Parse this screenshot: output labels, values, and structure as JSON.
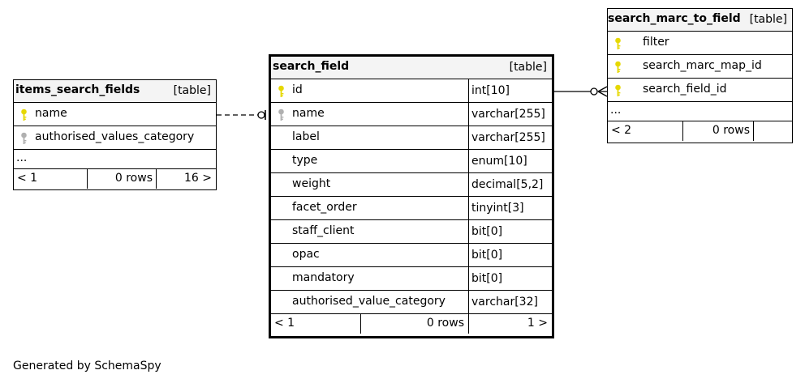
{
  "tables": {
    "items_search_fields": {
      "name": "items_search_fields",
      "tag": "[table]",
      "columns": [
        {
          "name": "name",
          "key": "primary"
        },
        {
          "name": "authorised_values_category",
          "key": "foreign"
        }
      ],
      "ellipsis": "...",
      "footer": {
        "prev": "< 1",
        "rows": "0 rows",
        "next": "16 >"
      }
    },
    "search_field": {
      "name": "search_field",
      "tag": "[table]",
      "columns": [
        {
          "name": "id",
          "type": "int[10]",
          "key": "primary"
        },
        {
          "name": "name",
          "type": "varchar[255]",
          "key": "foreign"
        },
        {
          "name": "label",
          "type": "varchar[255]",
          "key": "none"
        },
        {
          "name": "type",
          "type": "enum[10]",
          "key": "none"
        },
        {
          "name": "weight",
          "type": "decimal[5,2]",
          "key": "none"
        },
        {
          "name": "facet_order",
          "type": "tinyint[3]",
          "key": "none"
        },
        {
          "name": "staff_client",
          "type": "bit[0]",
          "key": "none"
        },
        {
          "name": "opac",
          "type": "bit[0]",
          "key": "none"
        },
        {
          "name": "mandatory",
          "type": "bit[0]",
          "key": "none"
        },
        {
          "name": "authorised_value_category",
          "type": "varchar[32]",
          "key": "none"
        }
      ],
      "footer": {
        "prev": "< 1",
        "rows": "0 rows",
        "next": "1 >"
      }
    },
    "search_marc_to_field": {
      "name": "search_marc_to_field",
      "tag": "[table]",
      "columns": [
        {
          "name": "filter",
          "key": "primary"
        },
        {
          "name": "search_marc_map_id",
          "key": "primary"
        },
        {
          "name": "search_field_id",
          "key": "primary"
        }
      ],
      "ellipsis": "...",
      "footer": {
        "prev": "< 2",
        "rows": "0 rows"
      }
    }
  },
  "colors": {
    "primary_key": "#e6d800",
    "foreign_key": "#b0b0b0",
    "header_bg": "#f4f4f4"
  },
  "footer_text": "Generated by SchemaSpy"
}
